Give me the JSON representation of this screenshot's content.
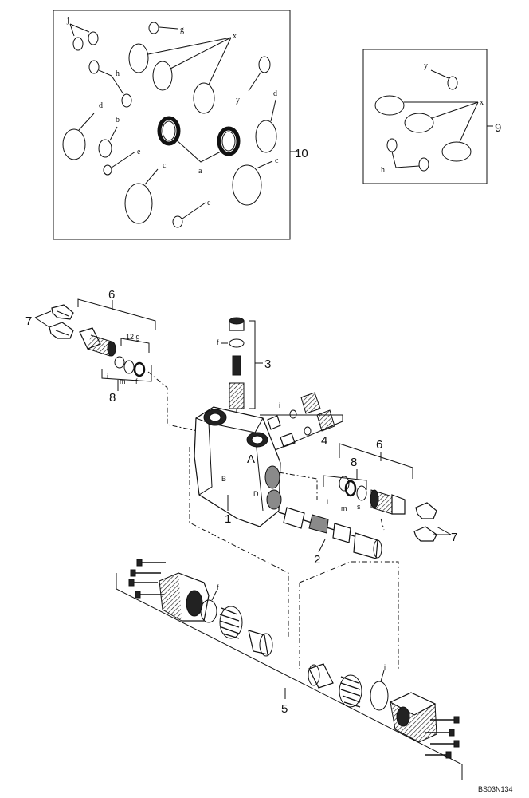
{
  "kit_10": {
    "number": "10",
    "letters": {
      "j": "j",
      "g": "g",
      "x": "x",
      "h": "h",
      "b": "b",
      "y": "y",
      "d1": "d",
      "d2": "d",
      "e1": "e",
      "e2": "e",
      "c1": "c",
      "c2": "c",
      "a": "a"
    }
  },
  "kit_9": {
    "number": "9",
    "letters": {
      "y": "y",
      "x": "x",
      "h": "h"
    }
  },
  "callouts": {
    "c1": "1",
    "c2": "2",
    "c3": "3",
    "c4": "4",
    "c5": "5",
    "c6a": "6",
    "c6b": "6",
    "c7a": "7",
    "c7b": "7",
    "c8a": "8",
    "c8b": "8"
  },
  "small_letters": {
    "f": "f",
    "i1": "i",
    "i2": "i",
    "i3": "i",
    "g_left": "12 g",
    "m1": "m",
    "m2": "m",
    "l": "l",
    "s": "s",
    "f_low1": "f",
    "f_low2": "f",
    "A": "A",
    "B": "B",
    "D": "D"
  },
  "figure_code": "BS03N134"
}
